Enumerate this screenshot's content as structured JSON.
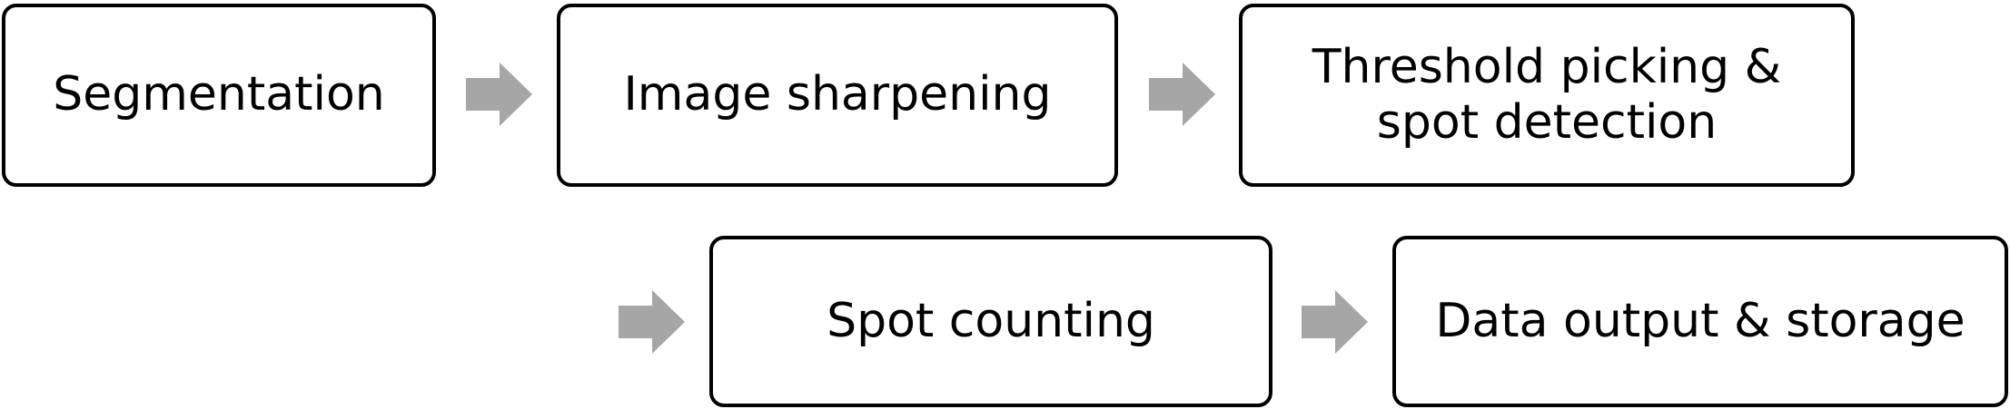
{
  "diagram": {
    "steps": [
      {
        "label": "Segmentation"
      },
      {
        "label": "Image sharpening"
      },
      {
        "label": "Threshold picking &\nspot detection"
      },
      {
        "label": "Spot counting"
      },
      {
        "label": "Data output & storage"
      }
    ],
    "colors": {
      "box_border": "#000000",
      "box_fill": "#ffffff",
      "arrow_fill": "#a6a6a6",
      "text": "#000000"
    },
    "arrow_icon": "right-block-arrow-icon"
  }
}
